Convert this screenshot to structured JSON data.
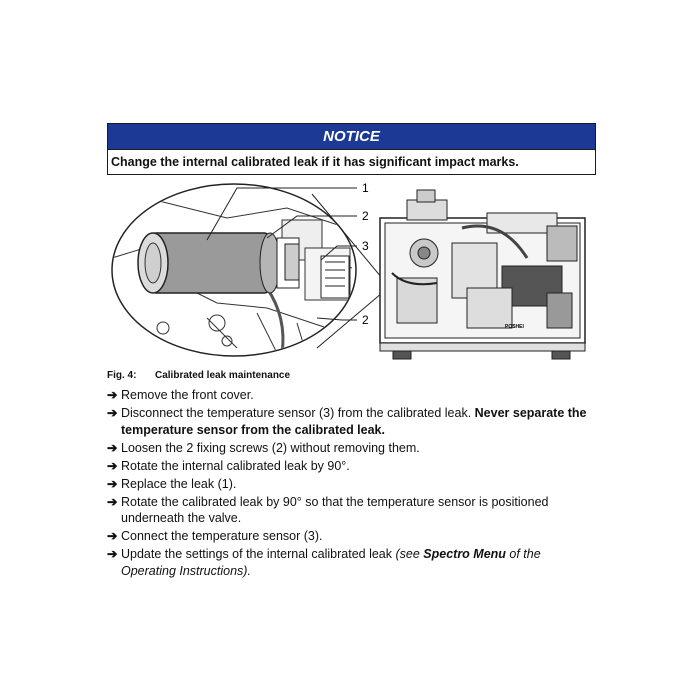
{
  "notice": {
    "title": "NOTICE",
    "message": "Change the internal calibrated leak if it has significant impact marks."
  },
  "figure": {
    "callouts": [
      "1",
      "2",
      "3",
      "2"
    ],
    "device_label": "POSHEI"
  },
  "caption": {
    "number": "Fig. 4:",
    "title": "Calibrated leak maintenance"
  },
  "steps": [
    {
      "text": "Remove the front cover."
    },
    {
      "text": "Disconnect the temperature sensor (3) from the calibrated leak. ",
      "bold": "Never separate the temperature sensor from the calibrated leak."
    },
    {
      "text": "Loosen the 2 fixing screws (2) without removing them."
    },
    {
      "text": "Rotate the internal calibrated leak by 90°."
    },
    {
      "text": "Replace the leak (1)."
    },
    {
      "text": "Rotate the calibrated leak by 90° so that the temperature sensor is positioned underneath the valve."
    },
    {
      "text": "Connect the temperature sensor (3)."
    },
    {
      "text": "Update the settings of the internal calibrated leak ",
      "italic_pre": "(see ",
      "italic_bold": "Spectro Menu",
      "italic_post": " of the Operating Instructions)."
    }
  ],
  "arrow_glyph": "➔"
}
